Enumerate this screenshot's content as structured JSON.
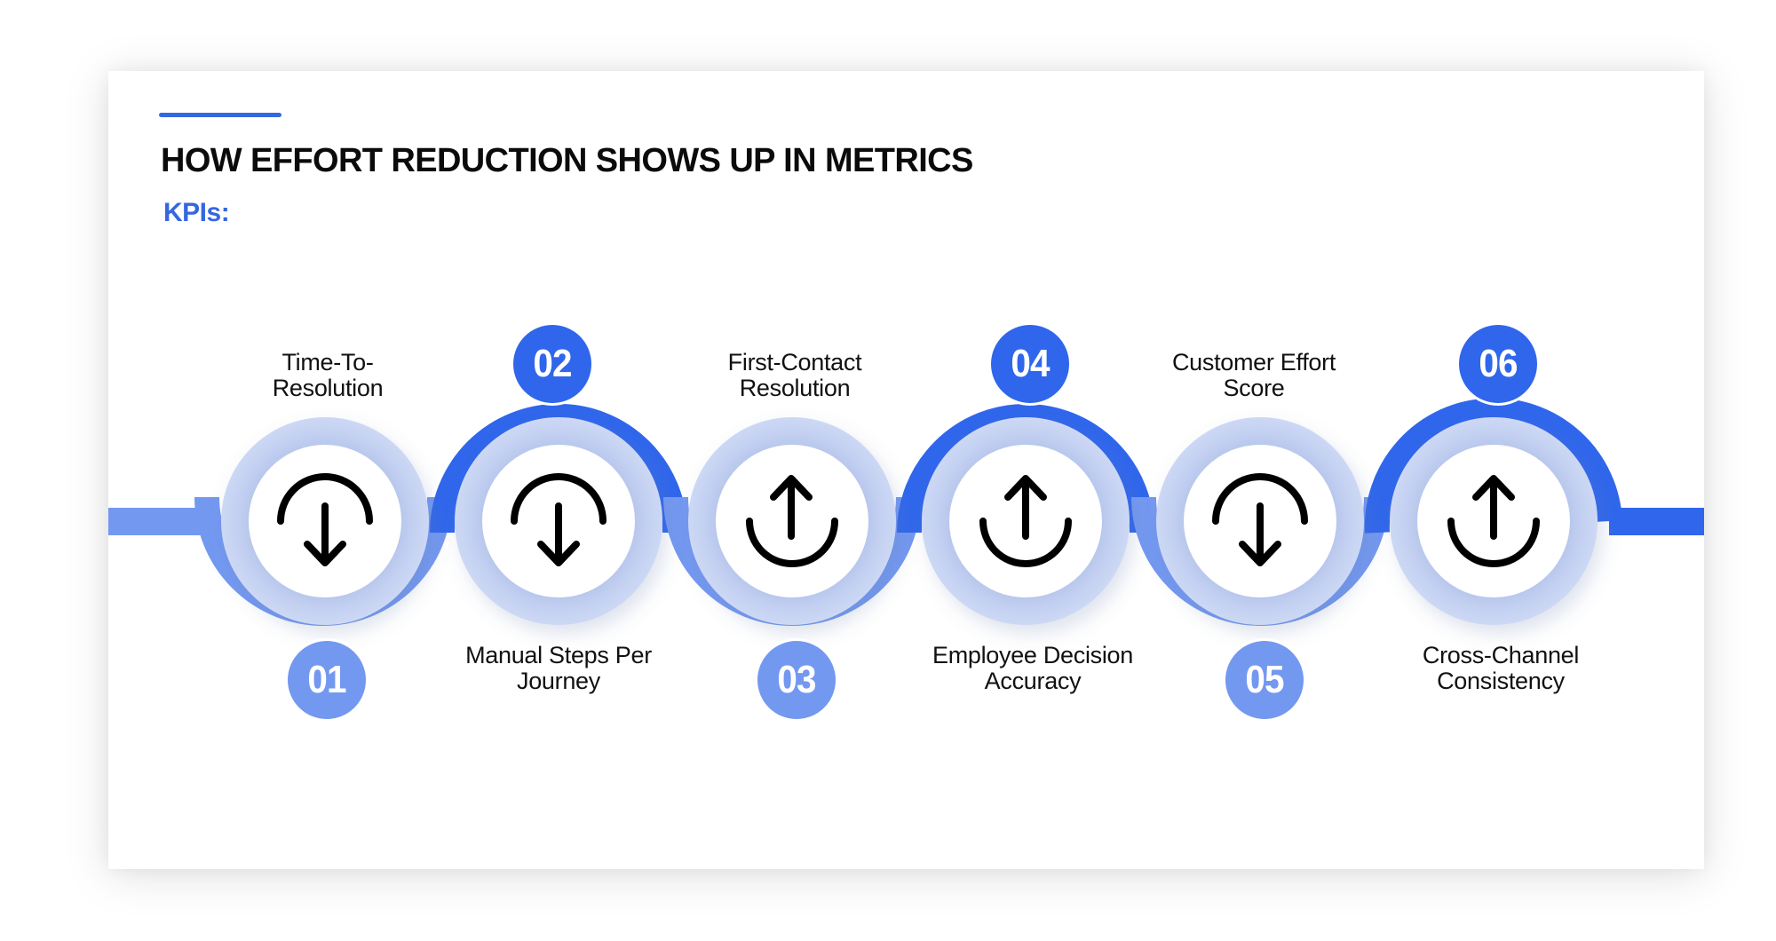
{
  "header": {
    "title": "HOW EFFORT REDUCTION SHOWS UP IN METRICS",
    "subtitle": "KPIs:"
  },
  "colors": {
    "accent": "#3567E0",
    "dark_blue": "#2F66EB",
    "medium_blue": "#7398F0",
    "light_ring": "#C6D3F2",
    "card_bg": "#FFFFFF",
    "text": "#111111"
  },
  "kpis": [
    {
      "number": "01",
      "label_line1": "Time-To-",
      "label_line2": "Resolution",
      "icon": "arrow-down-from-arc-icon",
      "direction": "down",
      "label_position": "top",
      "badge_position": "bottom"
    },
    {
      "number": "02",
      "label_line1": "Manual Steps Per",
      "label_line2": "Journey",
      "icon": "arrow-down-from-arc-icon",
      "direction": "down",
      "label_position": "bottom",
      "badge_position": "top"
    },
    {
      "number": "03",
      "label_line1": "First-Contact",
      "label_line2": "Resolution",
      "icon": "arrow-up-from-arc-icon",
      "direction": "up",
      "label_position": "top",
      "badge_position": "bottom"
    },
    {
      "number": "04",
      "label_line1": "Employee Decision",
      "label_line2": "Accuracy",
      "icon": "arrow-up-from-arc-icon",
      "direction": "up",
      "label_position": "bottom",
      "badge_position": "top"
    },
    {
      "number": "05",
      "label_line1": "Customer Effort",
      "label_line2": "Score",
      "icon": "arrow-down-from-arc-icon",
      "direction": "down",
      "label_position": "top",
      "badge_position": "bottom"
    },
    {
      "number": "06",
      "label_line1": "Cross-Channel",
      "label_line2": "Consistency",
      "icon": "arrow-up-from-arc-icon",
      "direction": "up",
      "label_position": "bottom",
      "badge_position": "top"
    }
  ]
}
